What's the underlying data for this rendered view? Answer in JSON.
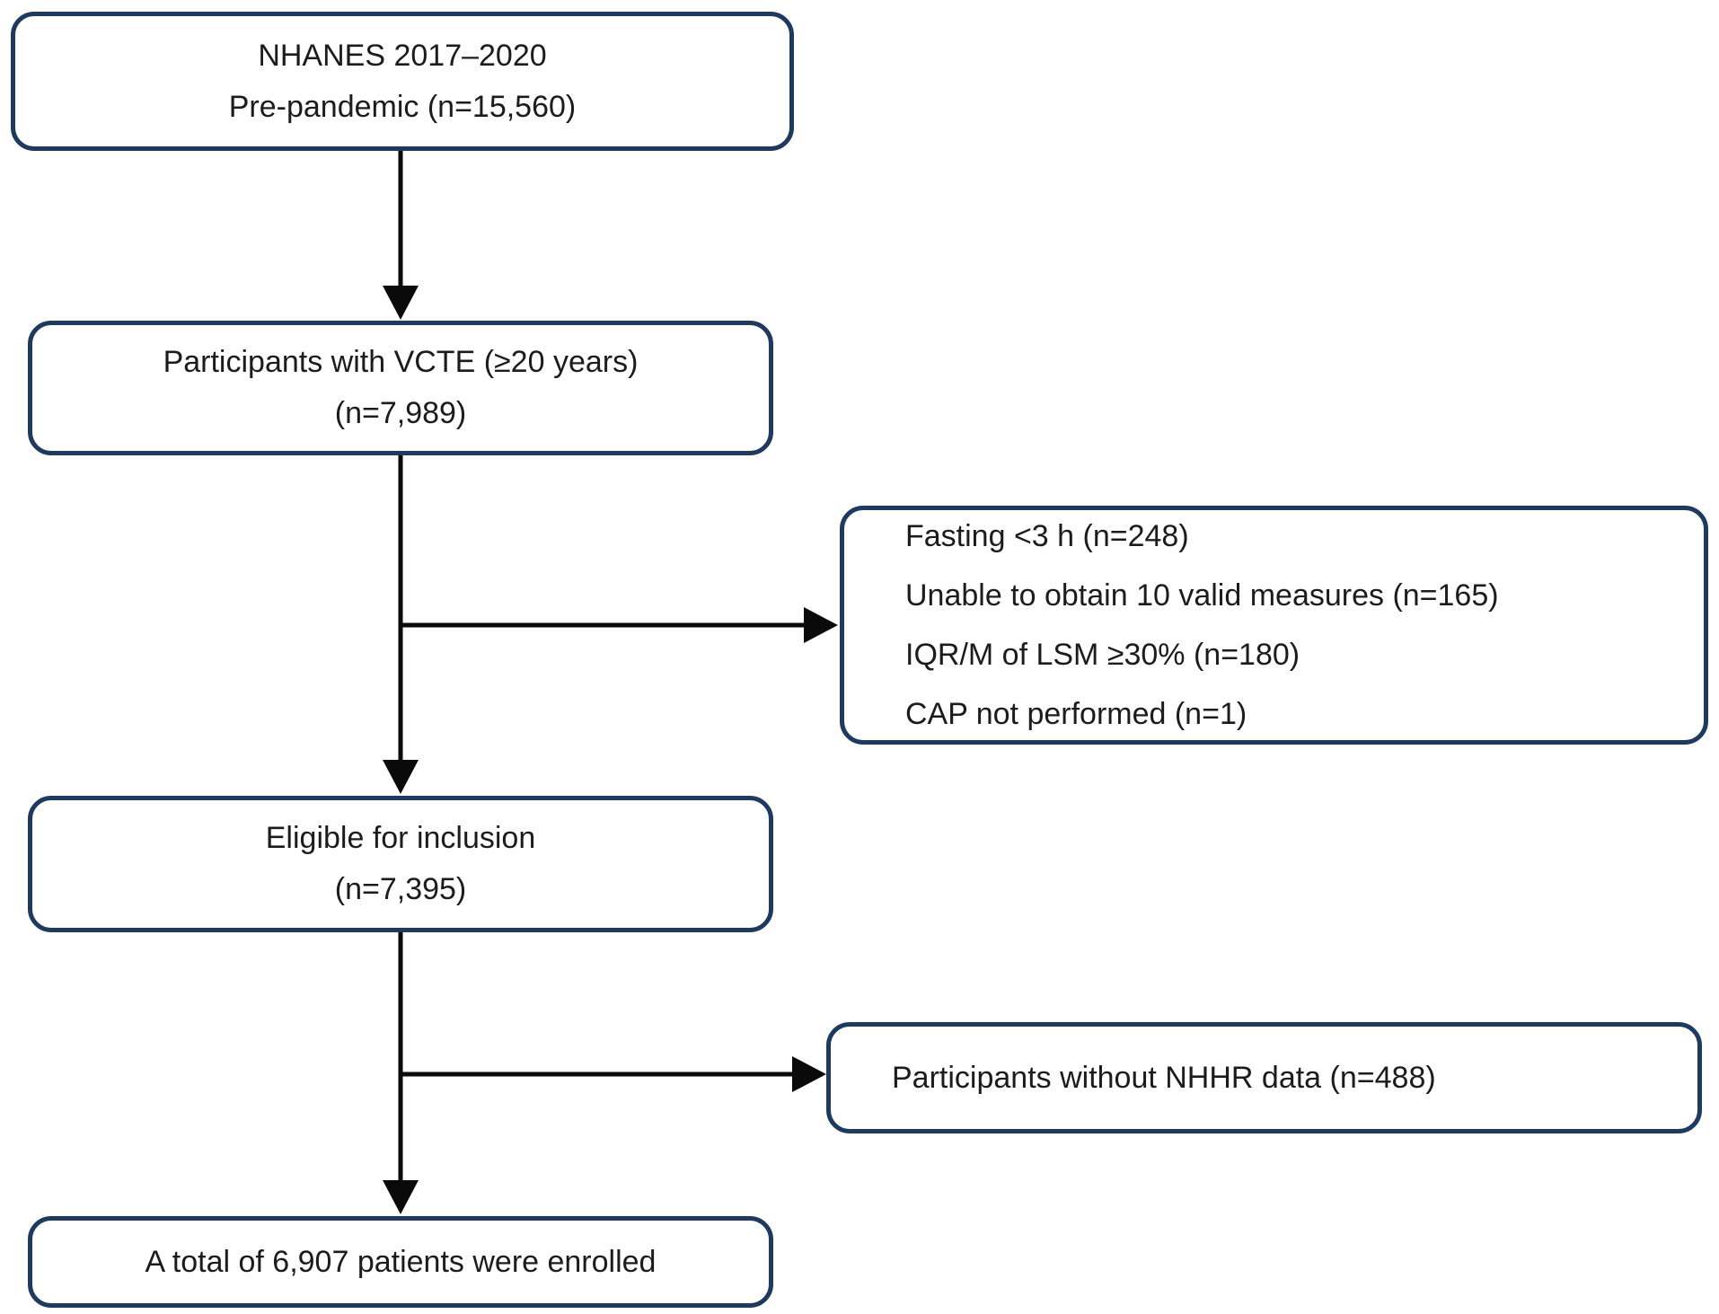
{
  "figure": {
    "type": "flowchart",
    "colors": {
      "box_border": "#1e3a5f",
      "box_fill": "#ffffff",
      "arrow": "#0a0a0a",
      "text": "#1c1c1c",
      "background": "#ffffff"
    },
    "nodes": {
      "source": {
        "lines": [
          "NHANES 2017–2020",
          "Pre-pandemic (n=15,560)"
        ]
      },
      "vcte": {
        "lines": [
          "Participants with VCTE (≥20 years)",
          "(n=7,989)"
        ]
      },
      "exclusion_vcte": {
        "lines": [
          "Fasting <3 h (n=248)",
          "Unable to obtain 10 valid measures (n=165)",
          "IQR/M of LSM ≥30% (n=180)",
          "CAP not performed (n=1)"
        ]
      },
      "eligible": {
        "lines": [
          "Eligible for inclusion",
          "(n=7,395)"
        ]
      },
      "exclusion_nhhr": {
        "lines": [
          "Participants without NHHR data (n=488)"
        ]
      },
      "enrolled": {
        "lines": [
          "A total of 6,907 patients were enrolled"
        ]
      }
    }
  }
}
